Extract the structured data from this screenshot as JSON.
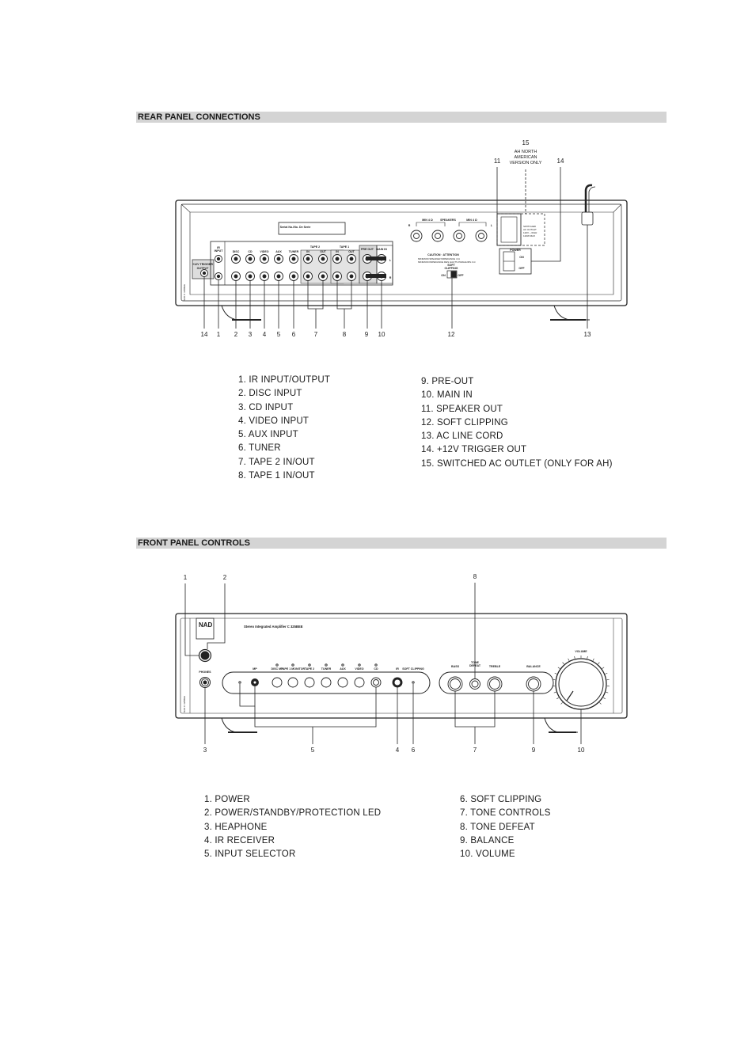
{
  "rear_section": {
    "title": "REAR PANEL CONNECTIONS",
    "items_left": [
      "1. IR INPUT/OUTPUT",
      "2. DISC INPUT",
      "3. CD INPUT",
      "4. VIDEO INPUT",
      "5. AUX INPUT",
      "6. TUNER",
      "7. TAPE 2 IN/OUT",
      "8. TAPE 1 IN/OUT"
    ],
    "items_right": [
      "9. PRE-OUT",
      "10. MAIN IN",
      "11. SPEAKER OUT",
      "12. SOFT CLIPPING",
      "13. AC LINE CORD",
      "14. +12V TRIGGER OUT",
      "15. SWITCHED AC OUTLET (ONLY FOR AH)"
    ],
    "diagram": {
      "callouts_bottom": [
        "14",
        "1",
        "2",
        "3",
        "4",
        "5",
        "6",
        "7",
        "8",
        "9",
        "10",
        "12",
        "13"
      ],
      "callout_15": "15",
      "callout_11": "11",
      "callout_14_top": "14",
      "ah_note": [
        "AH NORTH",
        "AMERICAN",
        "VERSION ONLY"
      ],
      "serial_label": "Serial No./No. De Serie",
      "model_side": "NAD C 325BEE",
      "trigger_label": [
        "+12V TRIGGER",
        "OUTPUT"
      ],
      "ir_label": [
        "IR",
        "INPUT"
      ],
      "jack_labels": [
        "DISC",
        "CD",
        "VIDEO",
        "AUX",
        "TUNER",
        "TAPE 2",
        "TAPE 1",
        "PRE OUT",
        "MAIN IN"
      ],
      "tape_sub": [
        "IN",
        "OUT",
        "IN",
        "OUT"
      ],
      "channel_labels": [
        "L",
        "R"
      ],
      "speakers_label": "SPEAKERS",
      "min_ohm": "MIN 4 Ω",
      "caution_title": "CAUTION · ATTENTION",
      "caution_lines": [
        "MINIMUM SPEAKER IMPEDANCE 4 Ω",
        "MINIMUM IMPEDANCE DES HAUTS PARLEURS 4 Ω"
      ],
      "soft_clip": [
        "SOFT",
        "CLIPPING"
      ],
      "on_off": [
        "ON",
        "OFF"
      ],
      "switched_lines": [
        "SWITCHED",
        "AC OUTLET",
        "120V ~ 60Hz",
        "120W MAX"
      ],
      "power_label": "POWER"
    }
  },
  "front_section": {
    "title": "FRONT PANEL CONTROLS",
    "items_left": [
      "1. POWER",
      "2. POWER/STANDBY/PROTECTION LED",
      "3. HEAPHONE",
      "4. IR RECEIVER",
      "5. INPUT SELECTOR"
    ],
    "items_right": [
      "6. SOFT CLIPPING",
      "7. TONE CONTROLS",
      "8. TONE DEFEAT",
      "9. BALANCE",
      "10. VOLUME"
    ],
    "diagram": {
      "callouts_top": [
        "1",
        "2",
        "8"
      ],
      "callouts_bottom": [
        "3",
        "5",
        "4",
        "6",
        "7",
        "9",
        "10"
      ],
      "logo": "NAD",
      "model_text": "Stereo Integrated Amplifier C 325BEE",
      "phones": "PHONES",
      "source_labels": [
        "MP",
        "DISC MP",
        "TAPE 1 MONITOR",
        "TAPE 2",
        "TUNER",
        "AUX",
        "VIDEO",
        "CD"
      ],
      "ir_label": "IR",
      "soft_clip": "SOFT CLIPPING",
      "bass": "BASS",
      "tone_defeat": [
        "TONE",
        "DEFEAT"
      ],
      "treble": "TREBLE",
      "balance": "BALANCE",
      "volume": "VOLUME",
      "model_side": "NAD C 325BEE"
    }
  }
}
